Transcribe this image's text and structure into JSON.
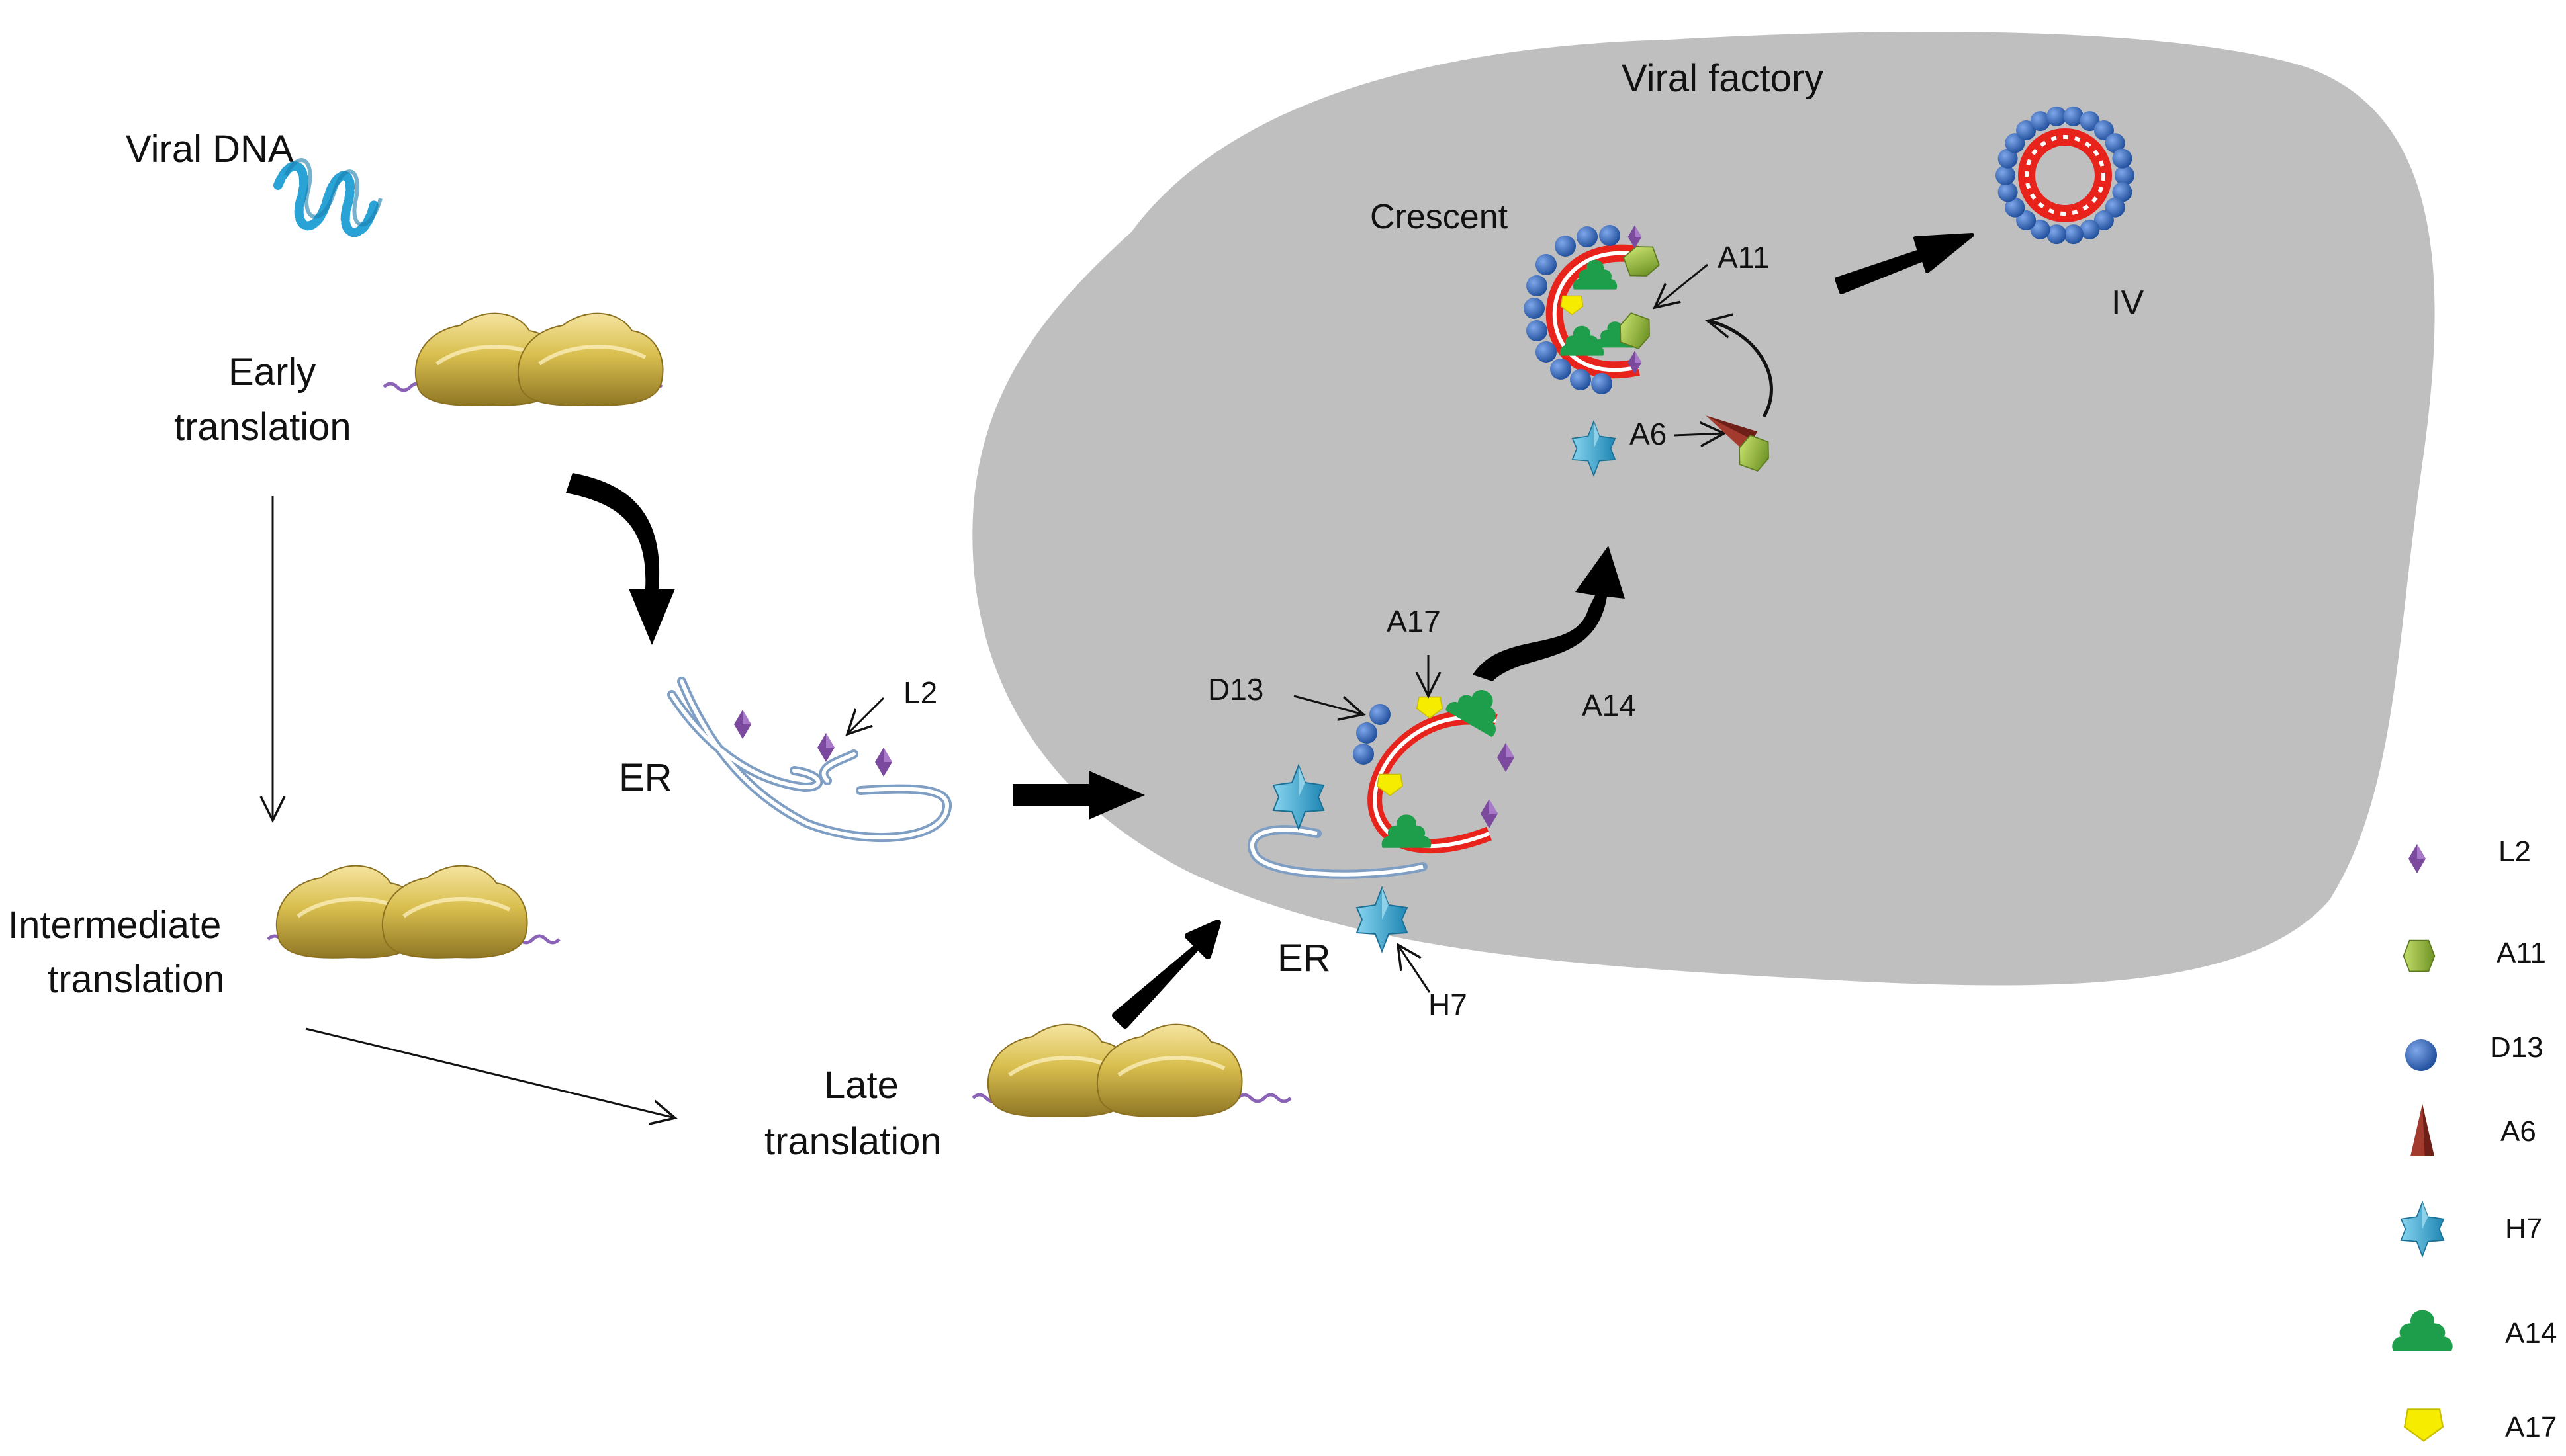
{
  "labels": {
    "viral_dna": "Viral DNA",
    "early_1": "Early",
    "early_2": "translation",
    "intermediate_1": "Intermediate",
    "intermediate_2": "translation",
    "late_1": "Late",
    "late_2": "translation",
    "er_left": "ER",
    "er_right": "ER",
    "l2_pointer": "L2",
    "viral_factory": "Viral factory",
    "crescent": "Crescent",
    "a11_pointer": "A11",
    "iv": "IV",
    "a6_pointer": "A6",
    "a17_pointer": "A17",
    "d13_pointer": "D13",
    "a14_label": "A14",
    "h7_pointer": "H7"
  },
  "legend": [
    {
      "label": "L2",
      "icon": "diamond-icon",
      "color": "#7b4a9e"
    },
    {
      "label": "A11",
      "icon": "hexagon-icon",
      "color": "#8fb33a"
    },
    {
      "label": "D13",
      "icon": "sphere-icon",
      "color": "#2f62b5"
    },
    {
      "label": "A6",
      "icon": "cone-icon",
      "color": "#a33a2e"
    },
    {
      "label": "H7",
      "icon": "star-icon",
      "color": "#3aa6cf"
    },
    {
      "label": "A14",
      "icon": "tree-icon",
      "color": "#1e9e4a"
    },
    {
      "label": "A17",
      "icon": "pentagon-icon",
      "color": "#f5ec00"
    }
  ],
  "colors": {
    "factory": "#bfbfbf",
    "ribosome": "#d9bf4f",
    "mrna": "#8a62b8",
    "membrane": "#b8cde6",
    "membrane_red": "#e8231c",
    "dna": "#29a3d6",
    "arrow": "#000000"
  }
}
